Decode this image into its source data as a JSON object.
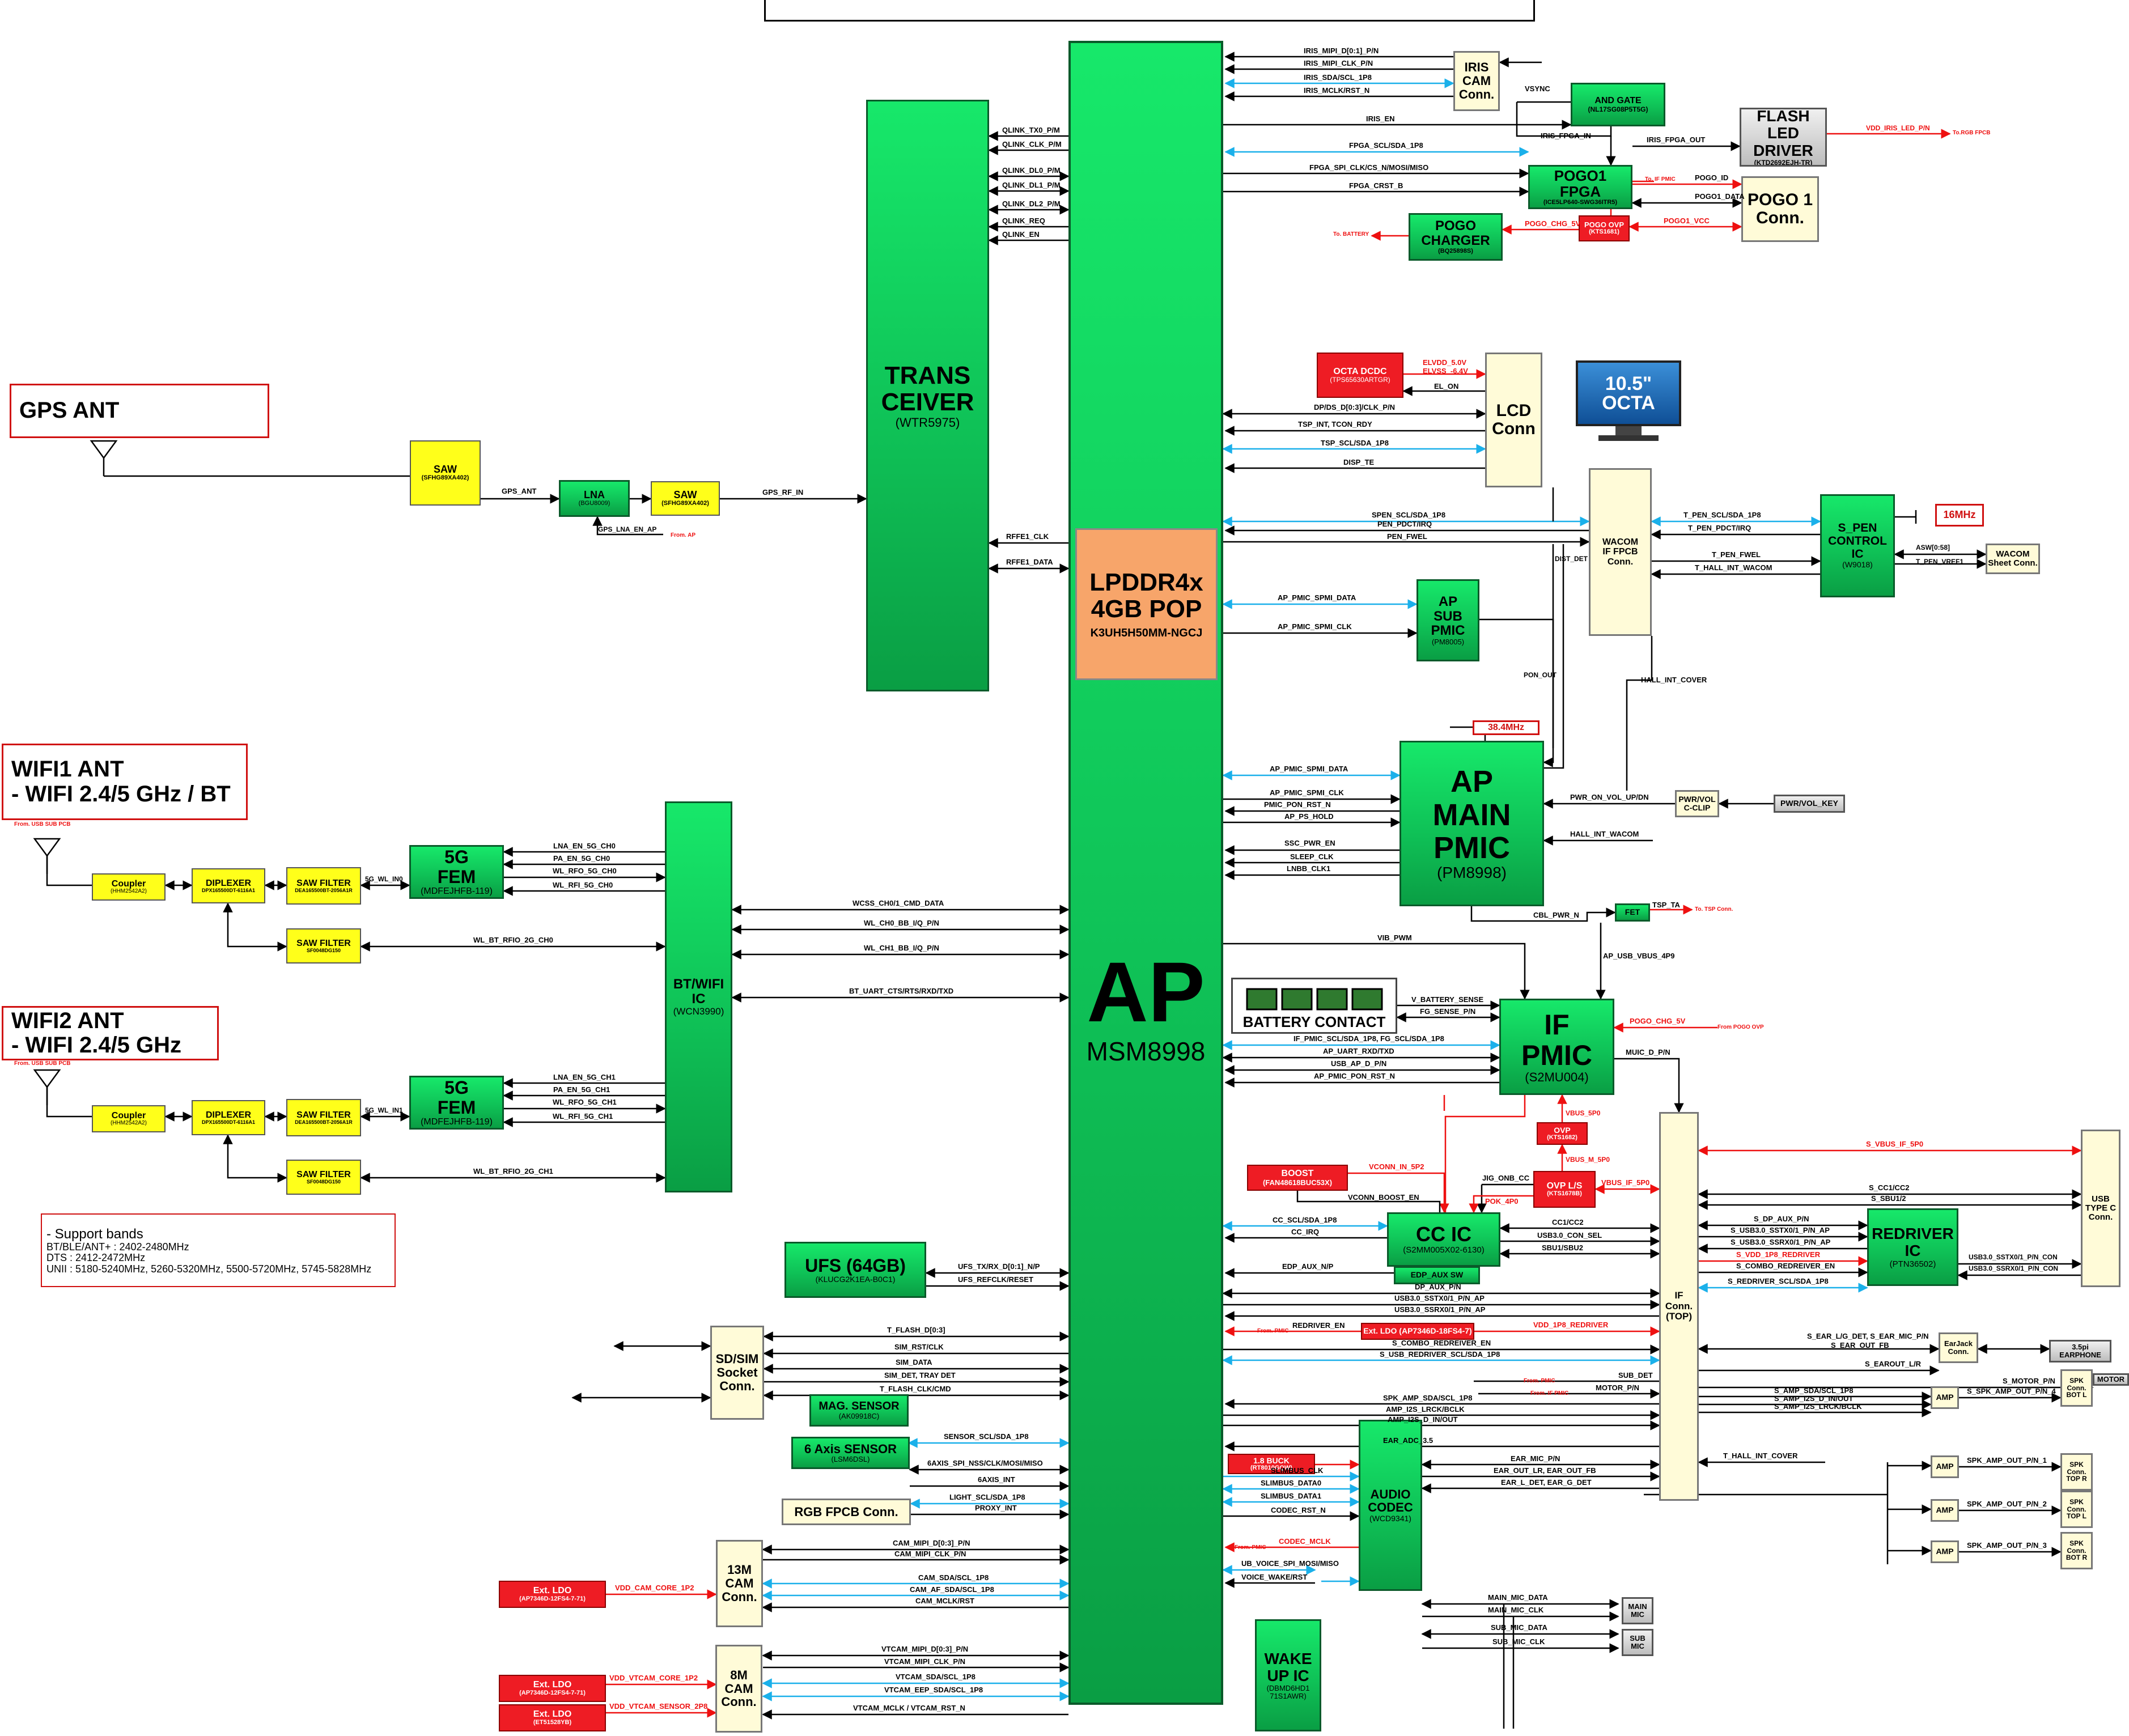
{
  "ap": {
    "title": "AP",
    "part": "MSM8998"
  },
  "memory": {
    "title": "LPDDR4x\n4GB POP",
    "part": "K3UH5H50MM-NGCJ"
  },
  "transceiver": {
    "title": "TRANS\nCEIVER",
    "part": "(WTR5975)"
  },
  "btwifi": {
    "title": "BT/WIFI\nIC",
    "part": "(WCN3990)"
  },
  "ufs": {
    "title": "UFS (64GB)",
    "part": "(KLUCG2K1EA-B0C1)"
  },
  "ap_main_pmic": {
    "title": "AP\nMAIN\nPMIC",
    "part": "(PM8998)"
  },
  "ap_sub_pmic": {
    "title": "AP\nSUB\nPMIC",
    "part": "(PM8005)"
  },
  "if_pmic": {
    "title": "IF\nPMIC",
    "part": "(S2MU004)"
  },
  "cc_ic": {
    "title": "CC IC",
    "part": "(S2MM005X02-6130)"
  },
  "redriver": {
    "title": "REDRIVER\nIC",
    "part": "(PTN36502)"
  },
  "audio_codec": {
    "title": "AUDIO\nCODEC",
    "part": "(WCD9341)"
  },
  "wakeup": {
    "title": "WAKE\nUP IC",
    "part": "(DBMD6HD1\n71S1AWR)"
  },
  "pogo_fpga": {
    "title": "POGO1\nFPGA",
    "part": "(ICE5LP640-SWG36ITR5)"
  },
  "pogo_charger": {
    "title": "POGO\nCHARGER",
    "part": "(BQ25898S)"
  },
  "and_gate": {
    "title": "AND GATE",
    "part": "(NL17SG08P5T5G)"
  },
  "spen_ctrl": {
    "title": "S_PEN\nCONTROL\nIC",
    "part": "(W9018)"
  },
  "flash_led": {
    "title": "FLASH LED\nDRIVER",
    "part": "(KTD2692EJH-TR)"
  },
  "mag_sensor": {
    "title": "MAG. SENSOR",
    "part": "(AK09918C)"
  },
  "axis_sensor": {
    "title": "6 Axis SENSOR",
    "part": "(LSM6DSL)"
  },
  "rgb_fpcb": {
    "title": "RGB FPCB Conn."
  },
  "iris_cam": {
    "title": "IRIS\nCAM\nConn."
  },
  "pogo1_conn": {
    "title": "POGO 1\nConn."
  },
  "lcd_conn": {
    "title": "LCD\nConn"
  },
  "octa_screen": {
    "size": "10.5\"",
    "name": "OCTA"
  },
  "wacom_ifpcb": {
    "title": "WACOM\nIF FPCB\nConn."
  },
  "wacom_sheet": {
    "title": "WACOM\nSheet Conn."
  },
  "pwr_vol": {
    "title": "PWR/VOL\nC-CLIP"
  },
  "pwr_key": {
    "title": "PWR/VOL_KEY"
  },
  "if_conn": {
    "title": "IF\nConn.\n(TOP)"
  },
  "usb_typec": {
    "title": "USB\nTYPE C\nConn."
  },
  "earjack": {
    "title": "EarJack\nConn."
  },
  "earphone": {
    "title": "3.5pi\nEARPHONE"
  },
  "sdsim": {
    "title": "SD/SIM\nSocket\nConn."
  },
  "cam13": {
    "title": "13M\nCAM\nConn."
  },
  "cam8": {
    "title": "8M\nCAM\nConn."
  },
  "battery": {
    "label": "BATTERY CONTACT"
  },
  "fet": {
    "title": "FET"
  },
  "edp_aux_sw": {
    "title": "EDP_AUX SW"
  },
  "main_mic": {
    "title": "MAIN\nMIC"
  },
  "sub_mic": {
    "title": "SUB\nMIC"
  },
  "motor": {
    "title": "MOTOR"
  },
  "spk": {
    "bot_l": "SPK\nConn.\nBOT L",
    "top_r": "SPK\nConn.\nTOP R",
    "top_l": "SPK\nConn.\nTOP L",
    "bot_r": "SPK\nConn.\nBOT R"
  },
  "amp": {
    "title": "AMP"
  },
  "octa_dcdc": {
    "title": "OCTA DCDC",
    "part": "(TPS65630ARTGR)"
  },
  "pogo_ovp": {
    "title": "POGO OVP",
    "part": "(KTS1681)"
  },
  "boost": {
    "title": "BOOST",
    "part": "(FAN48618BUC53X)"
  },
  "ovp": {
    "title": "OVP",
    "part": "(KTS1682)"
  },
  "ovp_ls": {
    "title": "OVP L/S",
    "part": "(KTS1678B)"
  },
  "ext_ldo_redriver": {
    "title": "Ext. LDO (AP7346D-18FS4-7)"
  },
  "buck": {
    "title": "1.8 BUCK",
    "part": "(RT8010GQW)"
  },
  "ext_ldo_cam_core": {
    "title": "Ext. LDO",
    "part": "(AP7346D-12FS4-7-71)"
  },
  "ext_ldo_vtcam_core": {
    "title": "Ext. LDO",
    "part": "(AP7346D-12FS4-7-71)"
  },
  "ext_ldo_vtcam_sensor": {
    "title": "Ext. LDO",
    "part": "(ET51528YB)"
  },
  "crystal_38": {
    "label": "38.4MHz"
  },
  "crystal_16": {
    "label": "16MHz"
  },
  "gps": {
    "title": "GPS ANT"
  },
  "gps_saw1": {
    "title": "SAW",
    "part": "(SFHG89XA402)"
  },
  "gps_lna": {
    "title": "LNA",
    "part": "(BGU8009)"
  },
  "gps_saw2": {
    "title": "SAW",
    "part": "(SFHG89XA402)"
  },
  "wifi1": {
    "title": "WIFI1 ANT\n- WIFI 2.4/5 GHz / BT"
  },
  "wifi2": {
    "title": "WIFI2 ANT\n- WIFI 2.4/5 GHz"
  },
  "coupler": {
    "title": "Coupler",
    "part": "(HHM2542A2)"
  },
  "diplexer": {
    "title": "DIPLEXER",
    "part": "DPX165500DT-6116A1"
  },
  "saw_filter": {
    "title": "SAW FILTER",
    "part": "DEA165500BT-2056A1R"
  },
  "saw_filter_2g": {
    "title": "SAW FILTER",
    "part": "SF0048DG150"
  },
  "fem": {
    "title": "5G\nFEM",
    "part": "(MDFEJHFB-119)"
  },
  "from_usb_sub": "From. USB SUB PCB",
  "support": {
    "title": "- Support bands",
    "lines": [
      "BT/BLE/ANT+ : 2402-2480MHz",
      "DTS : 2412-2472MHz",
      "UNII : 5180-5240MHz, 5260-5320MHz, 5500-5720MHz, 5745-5828MHz"
    ]
  },
  "signals": {
    "iris_mipi_d": "IRIS_MIPI_D[0:1]_P/N",
    "iris_mipi_clk": "IRIS_MIPI_CLK_P/N",
    "iris_sda": "IRIS_SDA/SCL_1P8",
    "iris_mclk": "IRIS_MCLK/RST_N",
    "vsync": "VSYNC",
    "iris_en": "IRIS_EN",
    "iris_fpga_in": "IRIS_FPGA_IN",
    "iris_fpga_out": "IRIS_FPGA_OUT",
    "vdd_iris_led": "VDD_IRIS_LED_P/N",
    "to_rgb_fpcb": "To.RGB FPCB",
    "fpga_scl": "FPGA_SCL/SDA_1P8",
    "fpga_spi": "FPGA_SPI_CLK/CS_N/MOSI/MISO",
    "fpga_crst": "FPGA_CRST_B",
    "to_if_pmic": "To. IF PMIC",
    "pogo_id": "POGO_ID",
    "pogo1_data": "POGO1_DATA",
    "pogo_chg": "POGO_CHG_5V",
    "pogo1_vcc": "POGO1_VCC",
    "to_battery": "To. BATTERY",
    "qlink_tx0": "QLINK_TX0_P/M",
    "qlink_clk": "QLINK_CLK_P/M",
    "qlink_dl0": "QLINK_DL0_P/M",
    "qlink_dl1": "QLINK_DL1_P/M",
    "qlink_dl2": "QLINK_DL2_P/M",
    "qlink_req": "QLINK_REQ",
    "qlink_en": "QLINK_EN",
    "elvdd": "ELVDD_5.0V",
    "elvss": "ELVSS_-6.4V",
    "el_on": "EL_ON",
    "dp_ds": "DP/DS_D[0:3]/CLK_P/N",
    "tsp_int": "TSP_INT, TCON_RDY",
    "tsp_scl": "TSP_SCL/SDA_1P8",
    "disp_te": "DISP_TE",
    "spen_scl": "SPEN_SCL/SDA_1P8",
    "pen_pdct": "PEN_PDCT/IRQ",
    "pen_fwel": "PEN_FWEL",
    "dist_det": "DIST_DET",
    "t_pen_scl": "T_PEN_SCL/SDA_1P8",
    "t_pen_pdct": "T_PEN_PDCT/IRQ",
    "t_pen_fwel": "T_PEN_FWEL",
    "t_hall": "T_HALL_INT_WACOM",
    "asw": "ASW[0:58]",
    "t_pen_vref": "T_PEN_VREF1",
    "rffe1_clk": "RFFE1_CLK",
    "rffe1_data": "RFFE1_DATA",
    "gps_ant": "GPS_ANT",
    "gps_rf_in": "GPS_RF_IN",
    "gps_lna_en": "GPS_LNA_EN_AP",
    "from_ap": "From. AP",
    "pmic_spmi_data": "AP_PMIC_SPMI_DATA",
    "pmic_spmi_clk": "AP_PMIC_SPMI_CLK",
    "pon_out": "PON_OUT",
    "hall_cover": "HALL_INT_COVER",
    "pmic_spmi_data2": "AP_PMIC_SPMI_DATA",
    "pmic_spmi_clk2": "AP_PMIC_SPMI_CLK",
    "pmic_pon_rst": "PMIC_PON_RST_N",
    "ap_ps_hold": "AP_PS_HOLD",
    "ssc_pwr_en": "SSC_PWR_EN",
    "sleep_clk": "SLEEP_CLK",
    "lnbb_clk1": "LNBB_CLK1",
    "pwr_on": "PWR_ON_VOL_UP/DN",
    "hall_wacom": "HALL_INT_WACOM",
    "lna_en0": "LNA_EN_5G_CH0",
    "pa_en0": "PA_EN_5G_CH0",
    "wl_rfo0": "WL_RFO_5G_CH0",
    "wl_rfi0": "WL_RFI_5G_CH0",
    "wl_bt_rfio0": "WL_BT_RFIO_2G_CH0",
    "wl_in0": "5G_WL_IN0",
    "wcss": "WCSS_CH0/1_CMD_DATA",
    "wl_ch0": "WL_CH0_BB_I/Q_P/N",
    "wl_ch1": "WL_CH1_BB_I/Q_P/N",
    "bt_uart": "BT_UART_CTS/RTS/RXD/TXD",
    "lna_en1": "LNA_EN_5G_CH1",
    "pa_en1": "PA_EN_5G_CH1",
    "wl_rfo1": "WL_RFO_5G_CH1",
    "wl_rfi1": "WL_RFI_5G_CH1",
    "wl_bt_rfio1": "WL_BT_RFIO_2G_CH1",
    "wl_in1": "5G_WL_IN1",
    "cbl_pwr": "CBL_PWR_N",
    "tsp_ta": "TSP_TA",
    "to_tsp": "To. TSP Conn.",
    "ap_usb_vbus": "AP_USB_VBUS_4P9",
    "vib_pwm": "VIB_PWM",
    "v_batt": "V_BATTERY_SENSE",
    "fg_sense": "FG_SENSE_P/N",
    "if_pmic_scl": "IF_PMIC_SCL/SDA_1P8, FG_SCL/SDA_1P8",
    "ap_uart": "AP_UART_RXD/TXD",
    "usb_ap_d": "USB_AP_D_P/N",
    "ap_pmic_pon": "AP_PMIC_PON_RST_N",
    "pogo_chg2": "POGO_CHG_5V",
    "from_pogo_ovp": "From POGO OVP",
    "muic_d": "MUIC_D_P/N",
    "vbus_5p0": "VBUS_5P0",
    "vbus_m_5p0": "VBUS_M_5P0",
    "vconn_in": "VCONN_IN_5P2",
    "jig_onb": "JIG_ONB_CC",
    "pok_4p0": "POK_4P0",
    "vbus_if": "VBUS_IF_5P0",
    "vconn_boost": "VCONN_BOOST_EN",
    "cc_scl": "CC_SCL/SDA_1P8",
    "cc_irq": "CC_IRQ",
    "cc1cc2": "CC1/CC2",
    "usb_con_sel": "USB3.0_CON_SEL",
    "sbu": "SBU1/SBU2",
    "edp_aux": "EDP_AUX_N/P",
    "dp_aux": "DP_AUX_P/N",
    "usb3_sstx": "USB3.0_SSTX0/1_P/N_AP",
    "usb3_ssrx": "USB3.0_SSRX0/1_P/N_AP",
    "from_pmic": "From. PMIC",
    "redriver_en": "REDRIVER_EN",
    "vdd_1p8_redriver": "VDD_1P8_REDRIVER",
    "s_combo": "S_COMBO_REDREIVER_EN",
    "s_usb_redriver": "S_USB_REDRIVER_SCL/SDA_1P8",
    "s_vbus": "S_VBUS_IF_5P0",
    "s_cc": "S_CC1/CC2",
    "s_sbu": "S_SBU1/2",
    "s_dp_aux": "S_DP_AUX_P/N",
    "s_usb3_sstx": "S_USB3.0_SSTX0/1_P/N_AP",
    "s_usb3_ssrx": "S_USB3.0_SSRX0/1_P/N_AP",
    "s_vdd_redriver": "S_VDD_1P8_REDRIVER",
    "s_combo2": "S_COMBO_REDREIVER_EN",
    "s_redriver_scl": "S_REDRIVER_SCL/SDA_1P8",
    "usb3_sstx_con": "USB3.0_SSTX0/1_P/N_CON",
    "usb3_ssrx_con": "USB3.0_SSRX0/1_P/N_CON",
    "s_ear_lg": "S_EAR_L/G_DET, S_EAR_MIC_P/N",
    "s_ear_fb": "S_EAR_OUT_FB",
    "s_earout": "S_EAROUT_L/R",
    "sub_det": "SUB_DET",
    "from_if_pmic": "From. IF PMIC",
    "motor_pn": "MOTOR_P/N",
    "s_motor": "S_MOTOR_P/N",
    "s_amp_sda": "S_AMP_SDA/SCL_1P8",
    "s_amp_i2s": "S_AMP_I2S_D_IN/OUT",
    "s_amp_lrck": "S_AMP_I2S_LRCK/BCLK",
    "s_spk_amp": "S_SPK_AMP_OUT_P/N_4",
    "spk_amp_sda": "SPK_AMP_SDA/SCL_1P8",
    "amp_lrck": "AMP_I2S_LRCK/BCLK",
    "amp_i2s": "AMP_I2S_D_IN/OUT",
    "ear_adc": "EAR_ADC_3.5",
    "ear_mic": "EAR_MIC_P/N",
    "ear_out_lr": "EAR_OUT_LR, EAR_OUT_FB",
    "ear_l_det": "EAR_L_DET, EAR_G_DET",
    "t_hall_cover": "T_HALL_INT_COVER",
    "spk_out1": "SPK_AMP_OUT_P/N_1",
    "spk_out2": "SPK_AMP_OUT_P/N_2",
    "spk_out3": "SPK_AMP_OUT_P/N_3",
    "slimbus_clk": "SLIMBUS_CLK",
    "slimbus_data0": "SLIMBUS_DATA0",
    "slimbus_data1": "SLIMBUS_DATA1",
    "codec_rst": "CODEC_RST_N",
    "from_pmic2": "From. PMIC",
    "codec_mclk": "CODEC_MCLK",
    "ub_voice": "UB_VOICE_SPI_MOSI/MISO",
    "voice_wake": "VOICE_WAKE/RST",
    "main_mic_data": "MAIN_MIC_DATA",
    "main_mic_clk": "MAIN_MIC_CLK",
    "sub_mic_data": "SUB_MIC_DATA",
    "sub_mic_clk": "SUB_MIC_CLK",
    "ufs_tx": "UFS_TX/RX_D[0:1]_N/P",
    "ufs_ref": "UFS_REFCLK/RESET",
    "t_flash_d": "T_FLASH_D[0:3]",
    "sim_rst": "SIM_RST/CLK",
    "sim_data": "SIM_DATA",
    "sim_det": "SIM_DET, TRAY DET",
    "t_flash_clk": "T_FLASH_CLK/CMD",
    "sensor_scl": "SENSOR_SCL/SDA_1P8",
    "axis_spi": "6AXIS_SPI_NSS/CLK/MOSI/MISO",
    "axis_int": "6AXIS_INT",
    "light_scl": "LIGHT_SCL/SDA_1P8",
    "proxy_int": "PROXY_INT",
    "cam_mipi_d": "CAM_MIPI_D[0:3]_P/N",
    "cam_mipi_clk": "CAM_MIPI_CLK_P/N",
    "cam_sda": "CAM_SDA/SCL_1P8",
    "cam_af": "CAM_AF_SDA/SCL_1P8",
    "cam_mclk": "CAM_MCLK/RST",
    "vdd_cam_core": "VDD_CAM_CORE_1P2",
    "vtcam_mipi_d": "VTCAM_MIPI_D[0:3]_P/N",
    "vtcam_mipi_clk": "VTCAM_MIPI_CLK_P/N",
    "vtcam_sda": "VTCAM_SDA/SCL_1P8",
    "vtcam_eep": "VTCAM_EEP_SDA/SCL_1P8",
    "vtcam_mclk": "VTCAM_MCLK / VTCAM_RST_N",
    "vdd_vtcam_core": "VDD_VTCAM_CORE_1P2",
    "vdd_vtcam_sensor": "VDD_VTCAM_SENSOR_2P8"
  }
}
